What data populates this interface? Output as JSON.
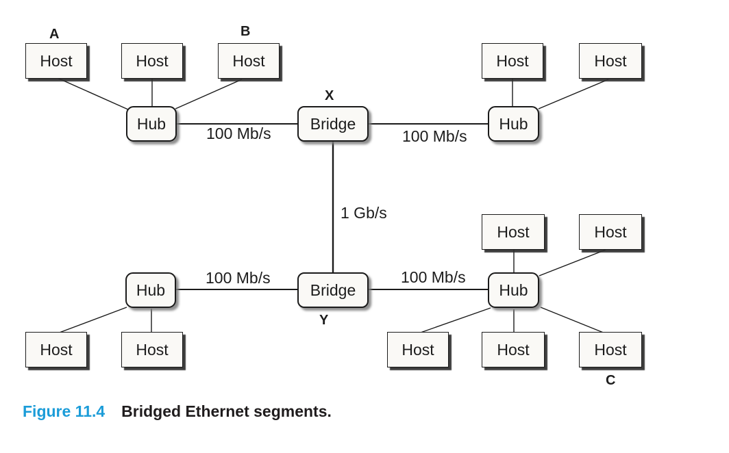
{
  "figure": {
    "caption": {
      "number": "Figure 11.4",
      "title": "Bridged Ethernet segments."
    },
    "colors": {
      "caption_accent": "#1b9cd8",
      "node_fill": "#faf9f6",
      "stroke": "#1a1a1a"
    },
    "point_labels": {
      "a": "A",
      "b": "B",
      "c": "C",
      "x": "X",
      "y": "Y"
    },
    "link_labels": {
      "top_left": "100 Mb/s",
      "top_right": "100 Mb/s",
      "backbone": "1 Gb/s",
      "bottom_left": "100 Mb/s",
      "bottom_right": "100 Mb/s"
    },
    "nodes": {
      "tl_host_1": {
        "type": "host",
        "label": "Host"
      },
      "tl_host_2": {
        "type": "host",
        "label": "Host"
      },
      "tl_host_3": {
        "type": "host",
        "label": "Host"
      },
      "tl_hub": {
        "type": "hub",
        "label": "Hub"
      },
      "bridge_x": {
        "type": "bridge",
        "label": "Bridge"
      },
      "tr_host_1": {
        "type": "host",
        "label": "Host"
      },
      "tr_host_2": {
        "type": "host",
        "label": "Host"
      },
      "tr_hub": {
        "type": "hub",
        "label": "Hub"
      },
      "bl_hub": {
        "type": "hub",
        "label": "Hub"
      },
      "bridge_y": {
        "type": "bridge",
        "label": "Bridge"
      },
      "bl_host_1": {
        "type": "host",
        "label": "Host"
      },
      "bl_host_2": {
        "type": "host",
        "label": "Host"
      },
      "br_hub": {
        "type": "hub",
        "label": "Hub"
      },
      "br_host_t1": {
        "type": "host",
        "label": "Host"
      },
      "br_host_t2": {
        "type": "host",
        "label": "Host"
      },
      "br_host_b1": {
        "type": "host",
        "label": "Host"
      },
      "br_host_b2": {
        "type": "host",
        "label": "Host"
      },
      "br_host_b3": {
        "type": "host",
        "label": "Host"
      }
    }
  }
}
